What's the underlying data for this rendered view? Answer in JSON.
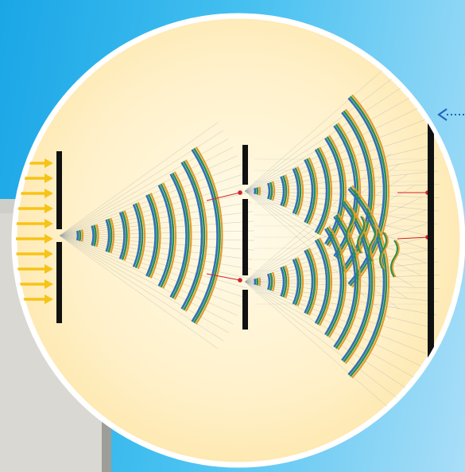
{
  "diagram": {
    "kind": "double-slit interference",
    "icons": [
      "incident-light-arrows",
      "single-slit-barrier",
      "double-slit-barrier",
      "detection-screen",
      "pointer-arrow-icon"
    ],
    "counts": {
      "incident_arrows": 10,
      "wavefronts_from_single_slit": 10,
      "wavefronts_per_double_slit": 10,
      "red_direction_arrows": 4
    },
    "colors": {
      "background_left": "#1aa6e6",
      "background_right": "#a9def8",
      "lens_center": "#fffbe9",
      "lens_edge": "#fde7ac",
      "lens_border": "#ffffff",
      "incident_light": "#f7c316",
      "barrier": "#111111",
      "wave_blue": "#2e6fb7",
      "wave_green": "#2f8f52",
      "wave_orange": "#e29a2b",
      "guide_line": "#9aa3a8",
      "direction_arrow": "#d2232a",
      "pointer": "#1d63b5",
      "device_gray": "#cfcfc9"
    }
  }
}
